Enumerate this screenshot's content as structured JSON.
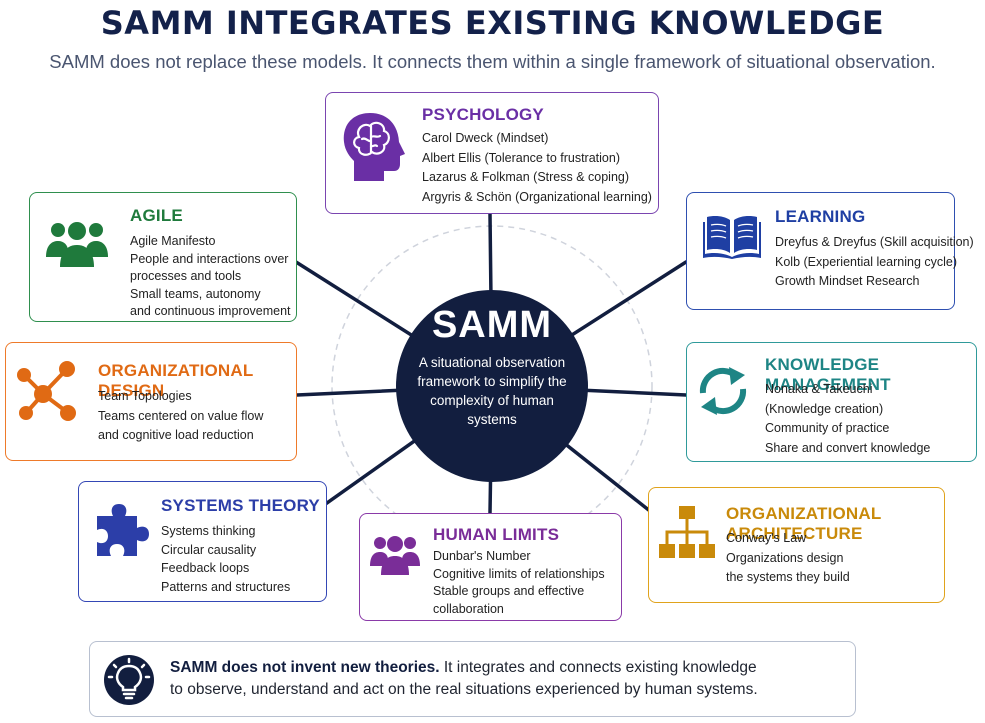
{
  "header": {
    "title": "SAMM INTEGRATES EXISTING KNOWLEDGE",
    "subtitle": "SAMM does not replace these models. It connects them within a single framework of situational observation."
  },
  "hub": {
    "title": "SAMM",
    "description": "A situational observation framework to simplify the complexity of human systems"
  },
  "cards": {
    "psychology": {
      "title": "PSYCHOLOGY",
      "icon": "head-brain-icon",
      "color": "#6a2fa5",
      "items": [
        "Carol Dweck (Mindset)",
        "Albert Ellis (Tolerance to frustration)",
        "Lazarus & Folkman (Stress & coping)",
        "Argyris & Schön (Organizational learning)"
      ]
    },
    "agile": {
      "title": "AGILE",
      "icon": "team-icon",
      "color": "#1f7a3c",
      "items": [
        "Agile Manifesto",
        "People and interactions over",
        "processes and tools",
        "Small teams, autonomy",
        "and continuous improvement"
      ]
    },
    "learning": {
      "title": "LEARNING",
      "icon": "book-icon",
      "color": "#1f3fa3",
      "items": [
        "Dreyfus & Dreyfus (Skill acquisition)",
        "Kolb (Experiential learning cycle)",
        "Growth Mindset Research"
      ]
    },
    "organizational_design": {
      "title": "ORGANIZATIONAL DESIGN",
      "icon": "network-nodes-icon",
      "color": "#e06a14",
      "items": [
        "Team Topologies",
        "Teams centered on value flow",
        "and cognitive load reduction"
      ]
    },
    "knowledge_management": {
      "title": "KNOWLEDGE MANAGEMENT",
      "icon": "cycle-arrows-icon",
      "color": "#1e8585",
      "items": [
        "Nonaka & Takeuchi",
        "(Knowledge creation)",
        "Community of practice",
        "Share and convert knowledge"
      ]
    },
    "systems_theory": {
      "title": "SYSTEMS THEORY",
      "icon": "puzzle-piece-icon",
      "color": "#2c3ea8",
      "items": [
        "Systems thinking",
        "Circular causality",
        "Feedback loops",
        "Patterns and structures"
      ]
    },
    "human_limits": {
      "title": "HUMAN LIMITS",
      "icon": "group-icon",
      "color": "#7a2d98",
      "items": [
        "Dunbar's Number",
        "Cognitive limits of relationships",
        "Stable groups and effective",
        "collaboration"
      ]
    },
    "organizational_architecture": {
      "title": "ORGANIZATIONAL ARCHITECTURE",
      "icon": "org-chart-icon",
      "color": "#c98a0a",
      "items": [
        "Conway's Law",
        "Organizations design",
        "the systems they build"
      ]
    }
  },
  "footer": {
    "icon": "lightbulb-icon",
    "bold": "SAMM does not invent new theories.",
    "text_line1": " It integrates and connects existing knowledge",
    "text_line2": "to observe, understand and act on the real situations experienced by human systems."
  }
}
